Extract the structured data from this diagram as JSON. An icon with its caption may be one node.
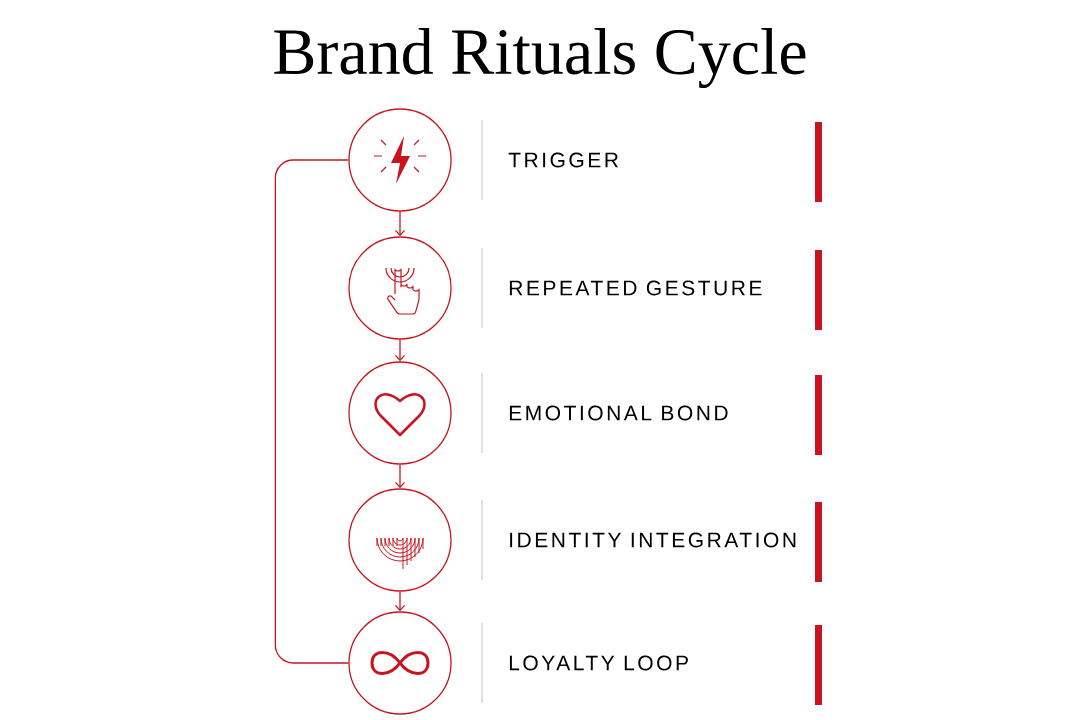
{
  "diagram": {
    "title": "Brand Rituals Cycle",
    "nodes": [
      {
        "text": [],
        "shape": "circle",
        "beside": [
          "TRIGGER"
        ]
      },
      {
        "text": [],
        "shape": "circle",
        "beside": [
          "REPEATED GESTURE"
        ]
      },
      {
        "text": [],
        "shape": "circle",
        "beside": [
          "EMOTIONAL BOND"
        ]
      },
      {
        "text": [],
        "shape": "circle",
        "beside": [
          "IDENTITY INTEGRATION"
        ]
      },
      {
        "text": [],
        "shape": "circle",
        "beside": [
          "LOYALTY LOOP"
        ]
      }
    ],
    "edges": [
      {
        "from": 0,
        "to": 1,
        "arrow": "to"
      },
      {
        "from": 1,
        "to": 2,
        "arrow": "to"
      },
      {
        "from": 2,
        "to": 3,
        "arrow": "to"
      },
      {
        "from": 3,
        "to": 4,
        "arrow": "to"
      },
      {
        "from": 0,
        "to": 4,
        "arrow": "none"
      }
    ]
  }
}
